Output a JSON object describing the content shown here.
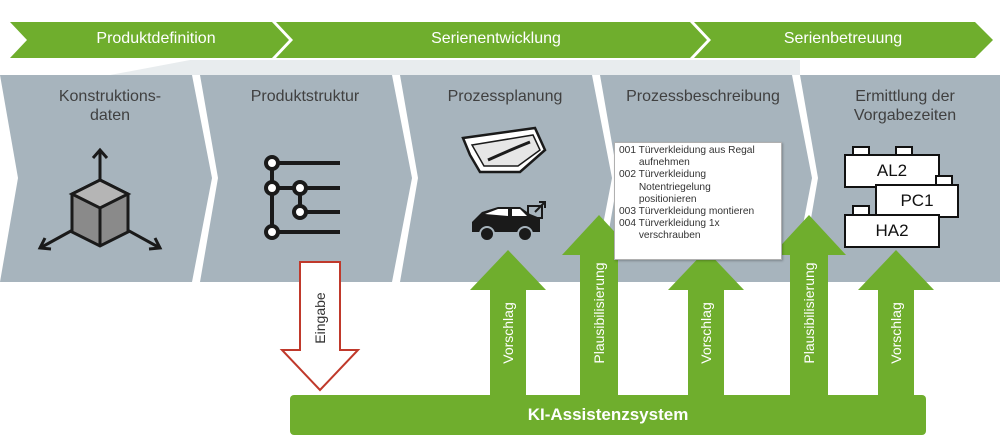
{
  "phases": [
    {
      "label": "Produktdefinition"
    },
    {
      "label": "Serienentwicklung"
    },
    {
      "label": "Serienbetreuung"
    }
  ],
  "steps": [
    {
      "label": "Konstruktions-\ndaten",
      "icon": "3d-cube-icon"
    },
    {
      "label": "Produktstruktur",
      "icon": "tree-structure-icon"
    },
    {
      "label": "Prozessplanung",
      "icon": "car-and-part-icon"
    },
    {
      "label": "Prozessbeschreibung",
      "icon": "document-icon"
    },
    {
      "label": "Ermittlung der\nVorgabezeiten",
      "icon": "lego-blocks-icon"
    }
  ],
  "process_description": [
    "001 Türverkleidung aus Regal",
    "       aufnehmen",
    "002 Türverkleidung",
    "       Notentriegelung",
    "       positionieren",
    "003 Türverkleidung montieren",
    "004 Türverkleidung 1x",
    "       verschrauben"
  ],
  "blocks": [
    "AL2",
    "PC1",
    "HA2"
  ],
  "arrows": {
    "input": "Eingabe",
    "suggestion": "Vorschlag",
    "plausibility": "Plausibilisierung"
  },
  "system": {
    "label": "KI-Assistenzsystem"
  },
  "colors": {
    "green": "#6fae2d",
    "grey": "#a7b4bd",
    "red": "#c0392b"
  }
}
